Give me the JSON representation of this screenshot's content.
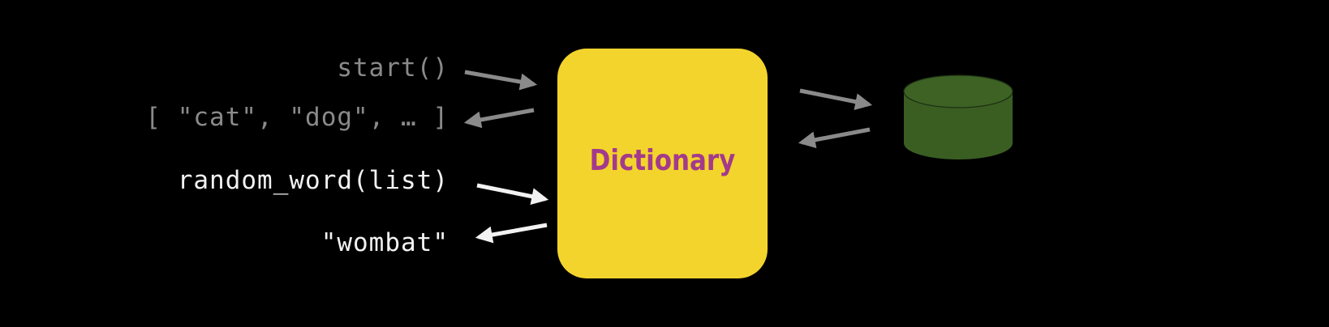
{
  "diagram": {
    "box_label": "Dictionary",
    "calls": [
      {
        "text": "start()",
        "direction": "in",
        "tone": "gray"
      },
      {
        "text": "[ \"cat\", \"dog\", … ]",
        "direction": "out",
        "tone": "gray"
      },
      {
        "text": "random_word(list)",
        "direction": "in",
        "tone": "white"
      },
      {
        "text": "\"wombat\"",
        "direction": "out",
        "tone": "white"
      }
    ],
    "storage_icon": "database-cylinder-icon",
    "colors": {
      "background": "#000000",
      "box_fill": "#f3d42c",
      "box_label": "#a33a8c",
      "database_fill": "#3a5e22",
      "arrow_gray": "#8a8a8a",
      "arrow_white": "#f2f2f2"
    }
  }
}
